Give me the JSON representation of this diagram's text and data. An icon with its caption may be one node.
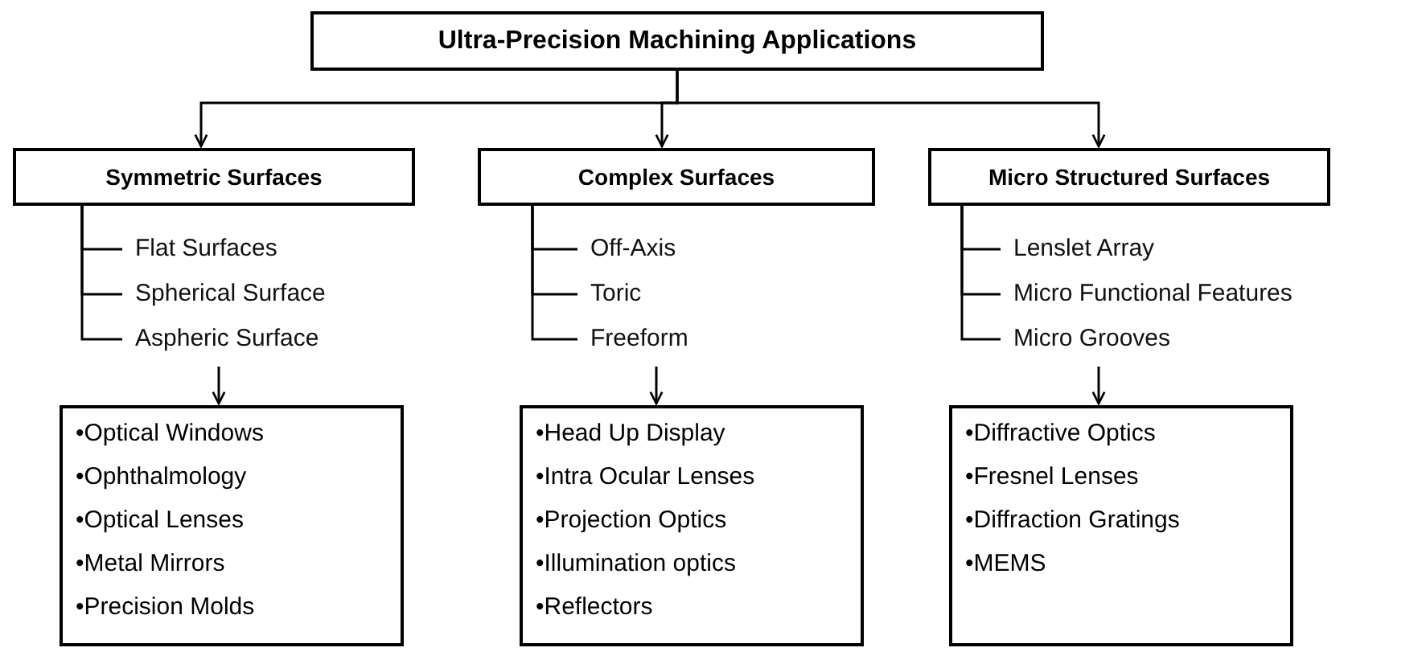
{
  "diagram": {
    "nodes": [
      {
        "text": [
          "Ultra-Precision Machining Applications"
        ]
      },
      {
        "text": [
          "Symmetric Surfaces"
        ]
      },
      {
        "text": [
          "Complex Surfaces"
        ]
      },
      {
        "text": [
          "Micro Structured Surfaces"
        ]
      },
      {
        "text": [
          "Flat Surfaces"
        ]
      },
      {
        "text": [
          "Spherical Surface"
        ]
      },
      {
        "text": [
          "Aspheric Surface"
        ]
      },
      {
        "text": [
          "Off-Axis"
        ]
      },
      {
        "text": [
          "Toric"
        ]
      },
      {
        "text": [
          "Freeform"
        ]
      },
      {
        "text": [
          "Lenslet Array"
        ]
      },
      {
        "text": [
          "Micro Functional Features"
        ]
      },
      {
        "text": [
          "Micro Grooves"
        ]
      },
      {
        "text": [
          "•Optical Windows",
          "•Ophthalmology",
          "•Optical Lenses",
          "•Metal Mirrors",
          "•Precision Molds"
        ]
      },
      {
        "text": [
          "•Head Up Display",
          "•Intra Ocular Lenses",
          "•Projection Optics",
          "•Illumination optics",
          "•Reflectors"
        ]
      },
      {
        "text": [
          "•Diffractive Optics",
          "•Fresnel Lenses",
          "•Diffraction Gratings",
          "•MEMS"
        ]
      }
    ],
    "edges": [
      {
        "from": 0,
        "to": 1,
        "arrow": "to"
      },
      {
        "from": 0,
        "to": 2,
        "arrow": "to"
      },
      {
        "from": 0,
        "to": 3,
        "arrow": "to"
      },
      {
        "from": 1,
        "to": 4,
        "arrow": "none"
      },
      {
        "from": 1,
        "to": 5,
        "arrow": "none"
      },
      {
        "from": 1,
        "to": 6,
        "arrow": "none"
      },
      {
        "from": 2,
        "to": 7,
        "arrow": "none"
      },
      {
        "from": 2,
        "to": 8,
        "arrow": "none"
      },
      {
        "from": 2,
        "to": 9,
        "arrow": "none"
      },
      {
        "from": 3,
        "to": 10,
        "arrow": "none"
      },
      {
        "from": 3,
        "to": 11,
        "arrow": "none"
      },
      {
        "from": 3,
        "to": 12,
        "arrow": "none"
      },
      {
        "from": 6,
        "to": 13,
        "arrow": "to"
      },
      {
        "from": 9,
        "to": 14,
        "arrow": "to"
      },
      {
        "from": 12,
        "to": 15,
        "arrow": "to"
      }
    ]
  }
}
